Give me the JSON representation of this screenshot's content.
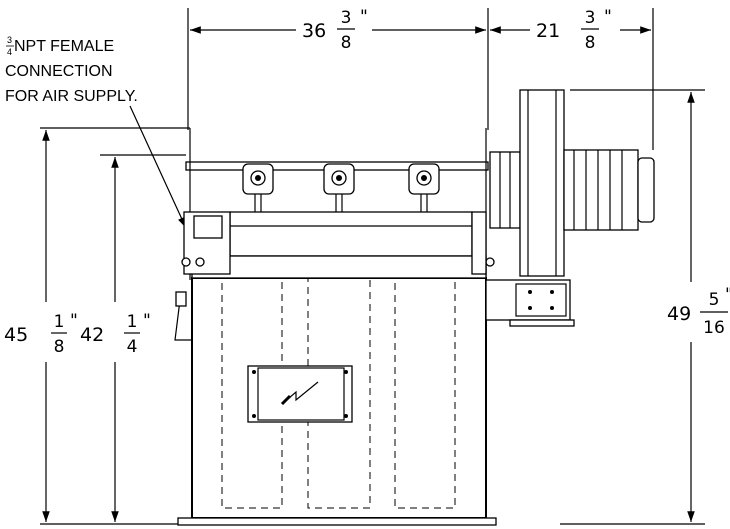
{
  "dimensions": {
    "top_width": {
      "whole": "36",
      "num": "3",
      "den": "8",
      "unit": "\""
    },
    "fan_width": {
      "whole": "21",
      "num": "3",
      "den": "8",
      "unit": "\""
    },
    "overall_height": {
      "whole": "49",
      "num": "5",
      "den": "16",
      "unit": "\""
    },
    "left_height_outer": {
      "whole": "45",
      "num": "1",
      "den": "8",
      "unit": "\""
    },
    "left_height_inner": {
      "whole": "42",
      "num": "1",
      "den": "4",
      "unit": "\""
    }
  },
  "note": {
    "frac_num": "3",
    "frac_den": "4",
    "line1_rest": "NPT FEMALE",
    "line2": "CONNECTION",
    "line3": "FOR AIR SUPPLY."
  },
  "colors": {
    "line": "#000000",
    "background": "#ffffff"
  }
}
